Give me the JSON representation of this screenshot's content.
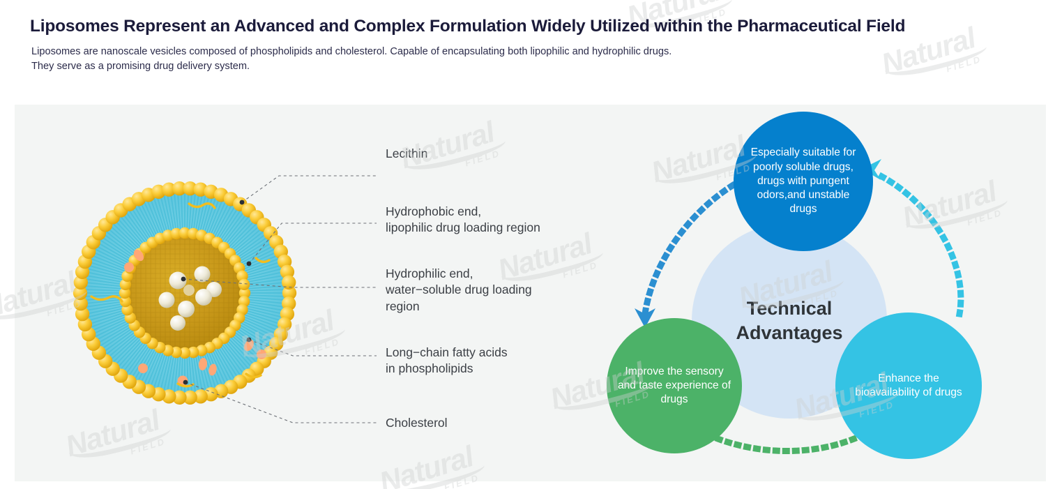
{
  "header": {
    "title": "Liposomes Represent an Advanced and Complex Formulation Widely Utilized within the Pharmaceutical Field",
    "subtitle_line1": "Liposomes are nanoscale vesicles composed of phospholipids and cholesterol. Capable of  encapsulating both lipophilic and hydrophilic drugs.",
    "subtitle_line2": "They serve as a promising drug delivery system.",
    "title_color": "#1b1b3a"
  },
  "watermark": {
    "main": "Natural",
    "sub": "FIELD"
  },
  "diagram": {
    "name": "liposome-cross-section",
    "labels": [
      {
        "id": "lecithin",
        "text": "Lecithin"
      },
      {
        "id": "hydrophobic-end",
        "text": "Hydrophobic end,\nlipophilic drug loading region"
      },
      {
        "id": "hydrophilic-end",
        "text": "Hydrophilic end,\nwater−soluble drug loading\nregion"
      },
      {
        "id": "long-chain-fatty-acids",
        "text": "Long−chain fatty acids\nin phospholipids"
      },
      {
        "id": "cholesterol",
        "text": "Cholesterol"
      }
    ],
    "colors": {
      "head": "#f7c52b",
      "tail": "#67d3e8",
      "core": "#c99a14",
      "drug_sphere": "#eceadd",
      "marker": "#ffa776"
    }
  },
  "venn": {
    "center_label_line1": "Technical",
    "center_label_line2": "Advantages",
    "center_color": "#d4e4f5",
    "circles": [
      {
        "id": "top-blue",
        "text": "Especially suitable for poorly soluble drugs, drugs with pungent odors,and unstable drugs",
        "color": "#0580cd"
      },
      {
        "id": "left-green",
        "text": "Improve the sensory and taste experience of drugs",
        "color": "#4cb268"
      },
      {
        "id": "right-cyan",
        "text": "Enhance the bioavailability of drugs",
        "color": "#34c3e4"
      }
    ],
    "arrows": [
      {
        "id": "blue-to-green",
        "color": "#2b8fd1",
        "style": "dotted-arc"
      },
      {
        "id": "green-to-cyan",
        "color": "#4cb268",
        "style": "dotted-arc"
      },
      {
        "id": "cyan-to-blue",
        "color": "#34c3e4",
        "style": "dotted-arc"
      }
    ]
  },
  "panel": {
    "background": "#f3f5f4"
  }
}
